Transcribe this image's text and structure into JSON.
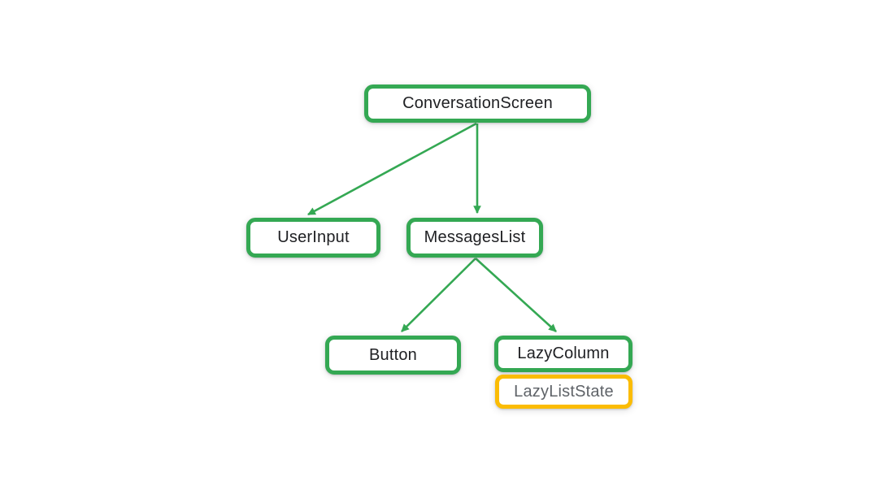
{
  "colors": {
    "canvas_background": "#FFFFFF",
    "node_border_green": "#34A853",
    "node_border_yellow": "#FBBC04",
    "node_text": "#202124",
    "state_text": "#5F6368",
    "arrow": "#34A853"
  },
  "nodes": {
    "conversation_screen": {
      "label": "ConversationScreen",
      "kind": "composable"
    },
    "user_input": {
      "label": "UserInput",
      "kind": "composable"
    },
    "messages_list": {
      "label": "MessagesList",
      "kind": "composable"
    },
    "button": {
      "label": "Button",
      "kind": "composable"
    },
    "lazy_column": {
      "label": "LazyColumn",
      "kind": "composable"
    },
    "lazy_list_state": {
      "label": "LazyListState",
      "kind": "state"
    }
  },
  "edges": [
    {
      "from": "ConversationScreen",
      "to": "UserInput"
    },
    {
      "from": "ConversationScreen",
      "to": "MessagesList"
    },
    {
      "from": "MessagesList",
      "to": "Button"
    },
    {
      "from": "MessagesList",
      "to": "LazyColumn"
    }
  ],
  "attachments": [
    {
      "node": "LazyColumn",
      "attached": "LazyListState"
    }
  ]
}
